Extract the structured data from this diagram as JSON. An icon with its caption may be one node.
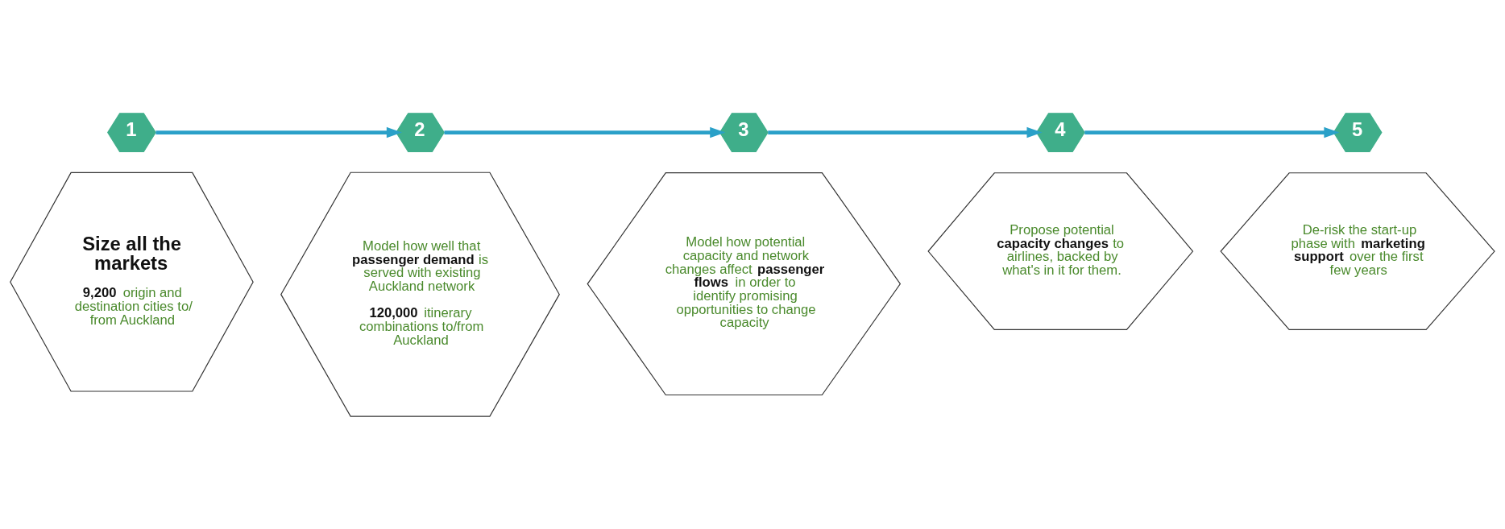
{
  "diagram": {
    "nodes": [
      {
        "text": [
          "1"
        ]
      },
      {
        "text": [
          "Size all the markets",
          "**9,200** origin and destination cities to/ from Auckland"
        ]
      },
      {
        "text": [
          "2"
        ]
      },
      {
        "text": [
          "Model how well that **passenger demand** is served with existing Auckland network",
          "**120,000** itinerary combinations to/from Auckland"
        ]
      },
      {
        "text": [
          "3"
        ]
      },
      {
        "text": [
          "Model how potential capacity and network changes affect **passenger flows** in order to identify promising opportunities to change capacity"
        ]
      },
      {
        "text": [
          "4"
        ]
      },
      {
        "text": [
          "Propose potential **capacity changes** to airlines, backed by what's in it for them."
        ]
      },
      {
        "text": [
          "5"
        ]
      },
      {
        "text": [
          "De-risk the start-up phase with **marketing support** over the first few years"
        ]
      }
    ],
    "edges": [
      {
        "from": 0,
        "to": 2,
        "arrow": "to"
      },
      {
        "from": 2,
        "to": 4,
        "arrow": "to"
      },
      {
        "from": 4,
        "to": 6,
        "arrow": "to"
      },
      {
        "from": 6,
        "to": 8,
        "arrow": "to"
      }
    ]
  }
}
